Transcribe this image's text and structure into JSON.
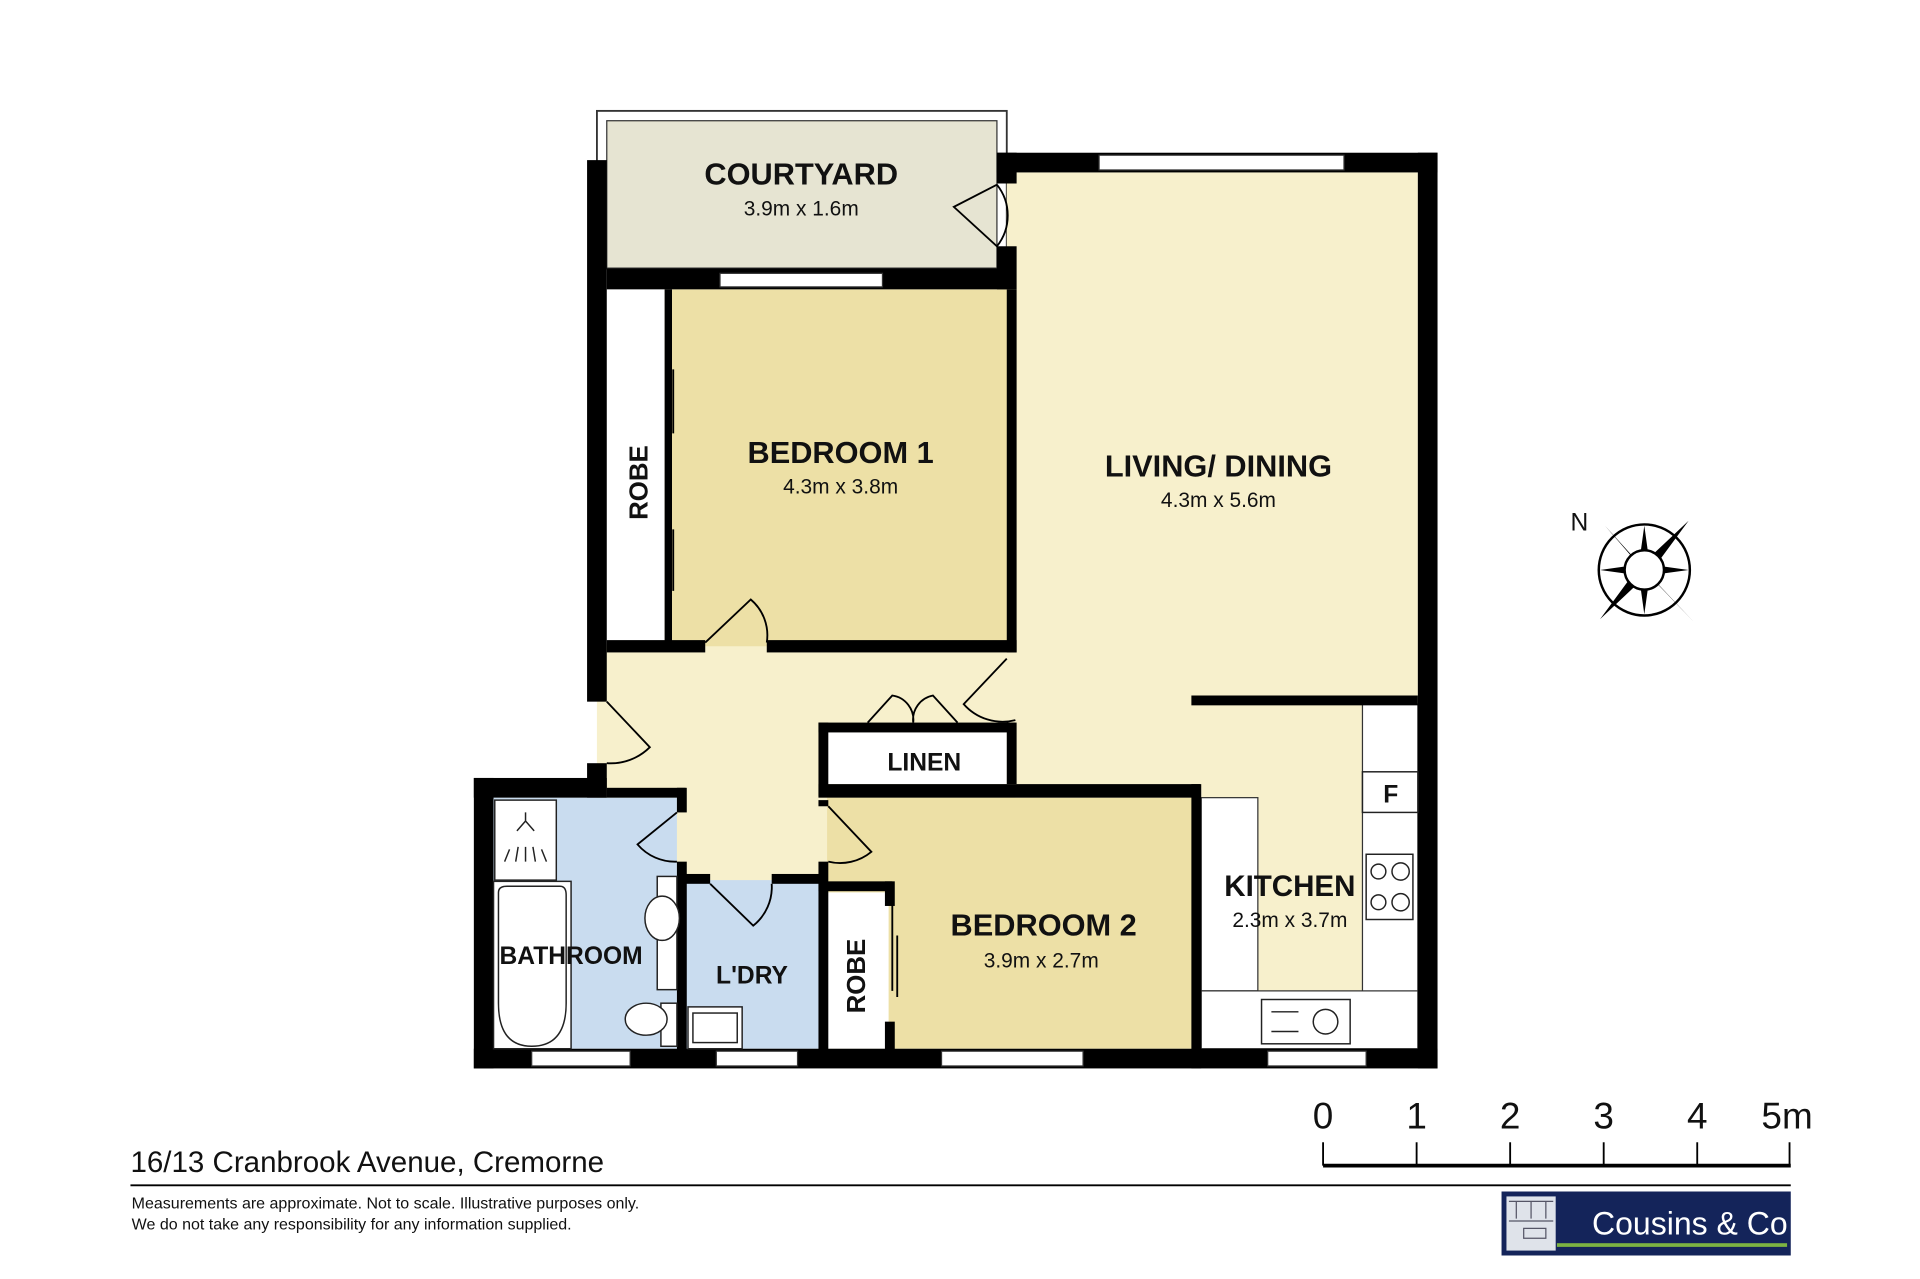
{
  "rooms": {
    "courtyard": {
      "name": "COURTYARD",
      "size": "3.9m x 1.6m"
    },
    "bedroom1": {
      "name": "BEDROOM 1",
      "size": "4.3m x 3.8m"
    },
    "living": {
      "name": "LIVING/ DINING",
      "size": "4.3m x 5.6m"
    },
    "kitchen": {
      "name": "KITCHEN",
      "size": "2.3m x 3.7m"
    },
    "bedroom2": {
      "name": "BEDROOM 2",
      "size": "3.9m x 2.7m"
    },
    "bathroom": {
      "name": "BATHROOM"
    },
    "laundry": {
      "name": "L'DRY"
    },
    "robe1": {
      "name": "ROBE"
    },
    "robe2": {
      "name": "ROBE"
    },
    "linen": {
      "name": "LINEN"
    },
    "fridge": {
      "name": "F"
    }
  },
  "compass": {
    "north_label": "N"
  },
  "scale_bar": {
    "labels": [
      "0",
      "1",
      "2",
      "3",
      "4",
      "5m"
    ]
  },
  "address": "16/13 Cranbrook Avenue, Cremorne",
  "disclaimer": [
    "Measurements are approximate. Not to scale. Illustrative purposes only.",
    "We do not take any responsibility for any information supplied."
  ],
  "logo": {
    "text": "Cousins & Co"
  },
  "colors": {
    "wall": "#000000",
    "living": "#f7f0cc",
    "bedroom": "#ede0a6",
    "wet": "#c9dcef",
    "courtyard": "#e6e4d2",
    "logo_bg": "#14245a",
    "logo_line": "#7cb342"
  }
}
